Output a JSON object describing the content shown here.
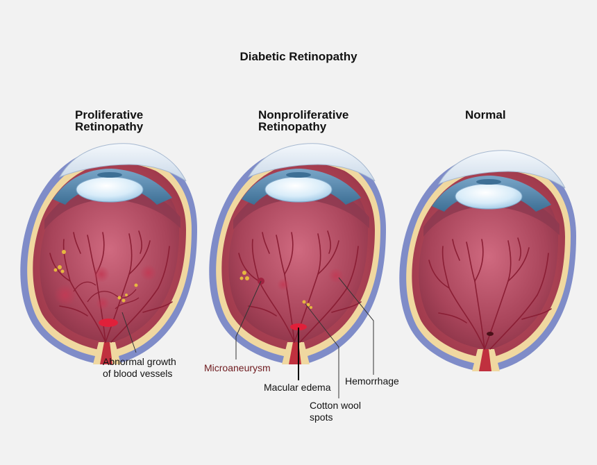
{
  "title": "Diabetic Retinopathy",
  "panels": [
    {
      "heading_line1": "Proliferative",
      "heading_line2": "Retinopathy"
    },
    {
      "heading_line1": "Nonproliferative",
      "heading_line2": "Retinopathy"
    },
    {
      "heading_line1": "Normal",
      "heading_line2": ""
    }
  ],
  "labels": {
    "abnormal_growth_line1": "Abnormal growth",
    "abnormal_growth_line2": "of blood vessels",
    "microaneurysm": "Microaneurysm",
    "macular_edema": "Macular edema",
    "hemorrhage": "Hemorrhage",
    "cotton_wool_line1": "Cotton wool",
    "cotton_wool_line2": "spots"
  },
  "colors": {
    "background": "#f2f2f2",
    "retina_interior": "#b14a5e",
    "sclera_outer": "#7f8cc8",
    "yellow_layer": "#f0d8a0",
    "lens": "#d6ecf8",
    "lesion_red": "#e0203a",
    "cotton_wool": "#e6b840"
  }
}
